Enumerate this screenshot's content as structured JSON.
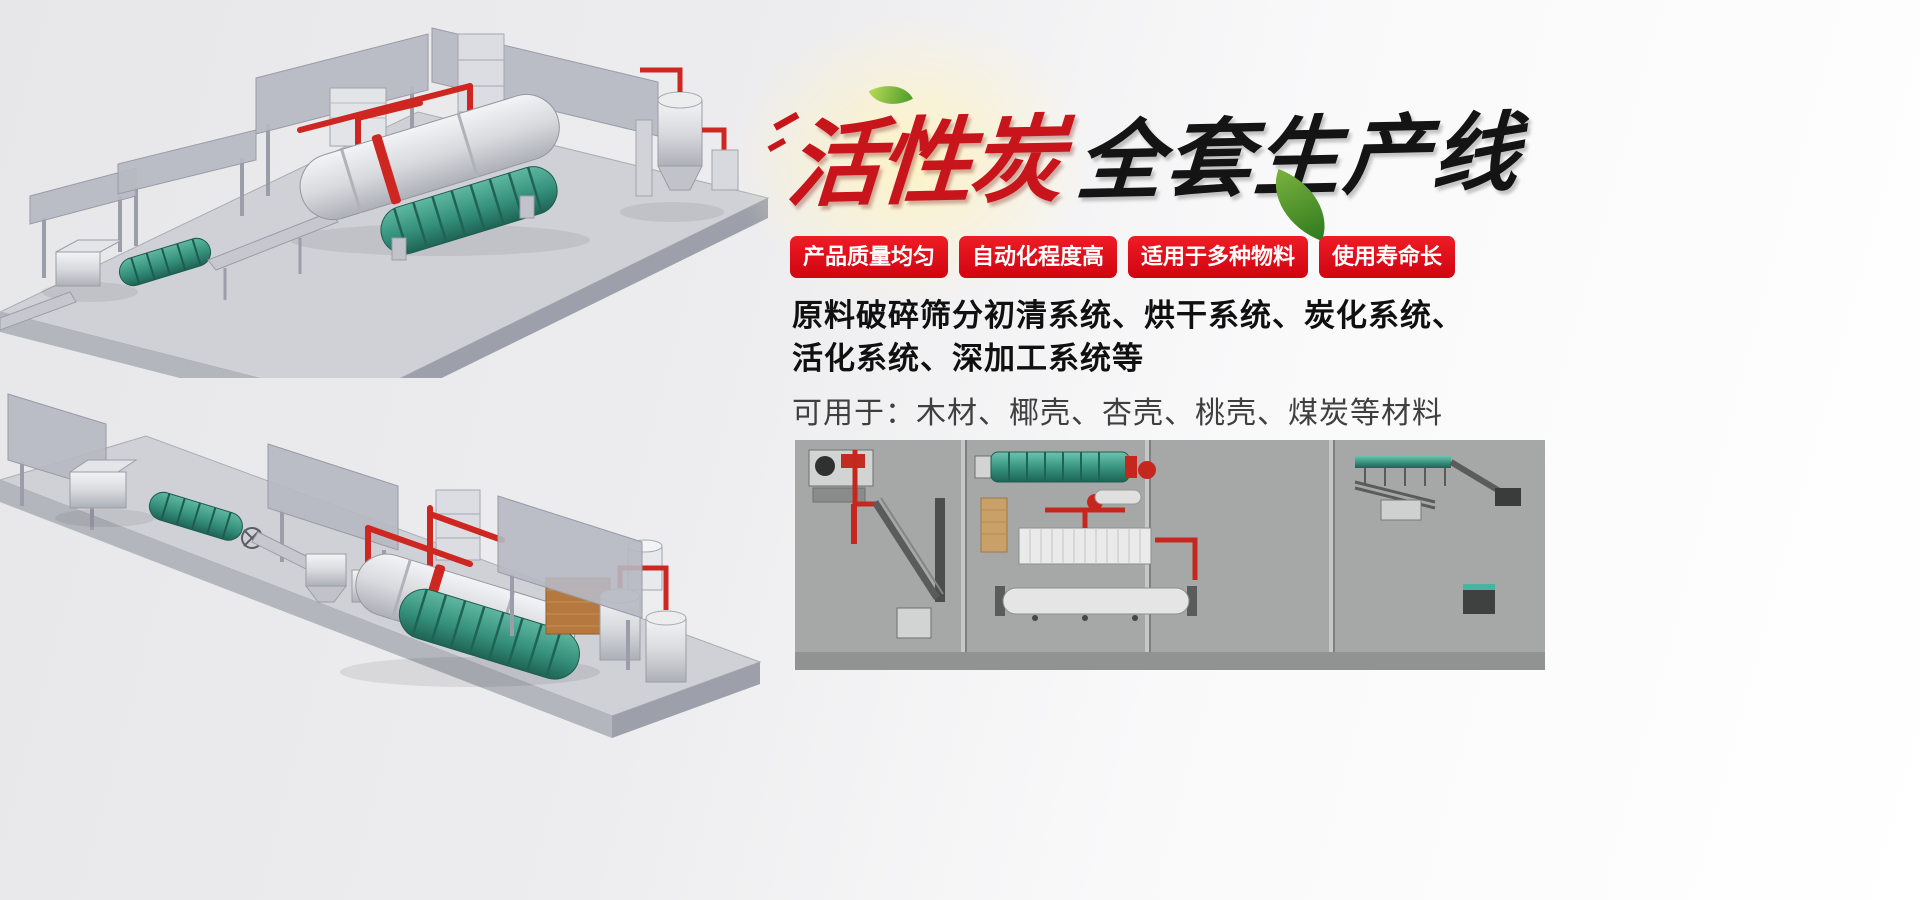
{
  "banner": {
    "title": {
      "red": "活性炭",
      "black": "全套生产线"
    },
    "badges": [
      {
        "label": "产品质量均匀"
      },
      {
        "label": "自动化程度高"
      },
      {
        "label": "适用于多种物料"
      },
      {
        "label": "使用寿命长"
      }
    ],
    "description": {
      "line1": "原料破碎筛分初清系统、烘干系统、炭化系统、",
      "line2": "活化系统、深加工系统等",
      "line3": "可用于：木材、椰壳、杏壳、桃壳、煤炭等材料"
    },
    "colors": {
      "badge_red": "#e01019",
      "title_red": "#c8151b",
      "title_black": "#141414",
      "machine_teal": "#35917c",
      "pipe_red": "#ce2620",
      "platform_gray": "#d0d1d7",
      "diagram_gray": "#a6a8a7"
    },
    "images": [
      {
        "name": "production-line-render-top"
      },
      {
        "name": "production-line-render-bottom"
      },
      {
        "name": "production-line-diagram"
      }
    ]
  }
}
